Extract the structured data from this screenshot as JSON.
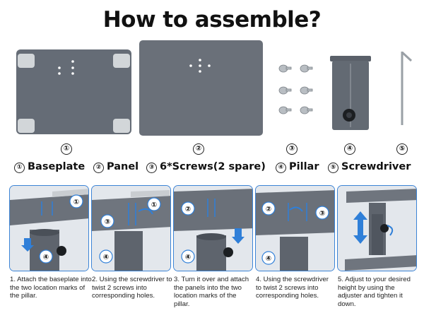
{
  "page": {
    "title": "How to assemble?"
  },
  "parts": [
    {
      "num": "①",
      "name": "Baseplate"
    },
    {
      "num": "②",
      "name": "Panel"
    },
    {
      "num": "③",
      "name": "6*Screws(2 spare)"
    },
    {
      "num": "④",
      "name": "Pillar"
    },
    {
      "num": "⑤",
      "name": "Screwdriver"
    }
  ],
  "steps": [
    {
      "caption": "1. Attach the baseplate into the two location marks of the pillar.",
      "callouts": [
        "①",
        "④"
      ]
    },
    {
      "caption": "2. Using the screwdriver to twist 2 screws into corresponding holes.",
      "callouts": [
        "③",
        "①",
        "④"
      ]
    },
    {
      "caption": "3. Turn it over and attach the panels into the two location marks of the pillar.",
      "callouts": [
        "②",
        "④"
      ]
    },
    {
      "caption": "4. Using the screwdriver to twist 2 screws into corresponding holes.",
      "callouts": [
        "②",
        "③",
        "④"
      ]
    },
    {
      "caption": "5. Adjust to your desired height by using the adjuster and tighten it down.",
      "callouts": []
    }
  ],
  "colors": {
    "metal": "#5f6670",
    "accent_blue": "#2f7fd8",
    "border_blue": "#3c84d6",
    "foot": "#cfd3d6"
  }
}
